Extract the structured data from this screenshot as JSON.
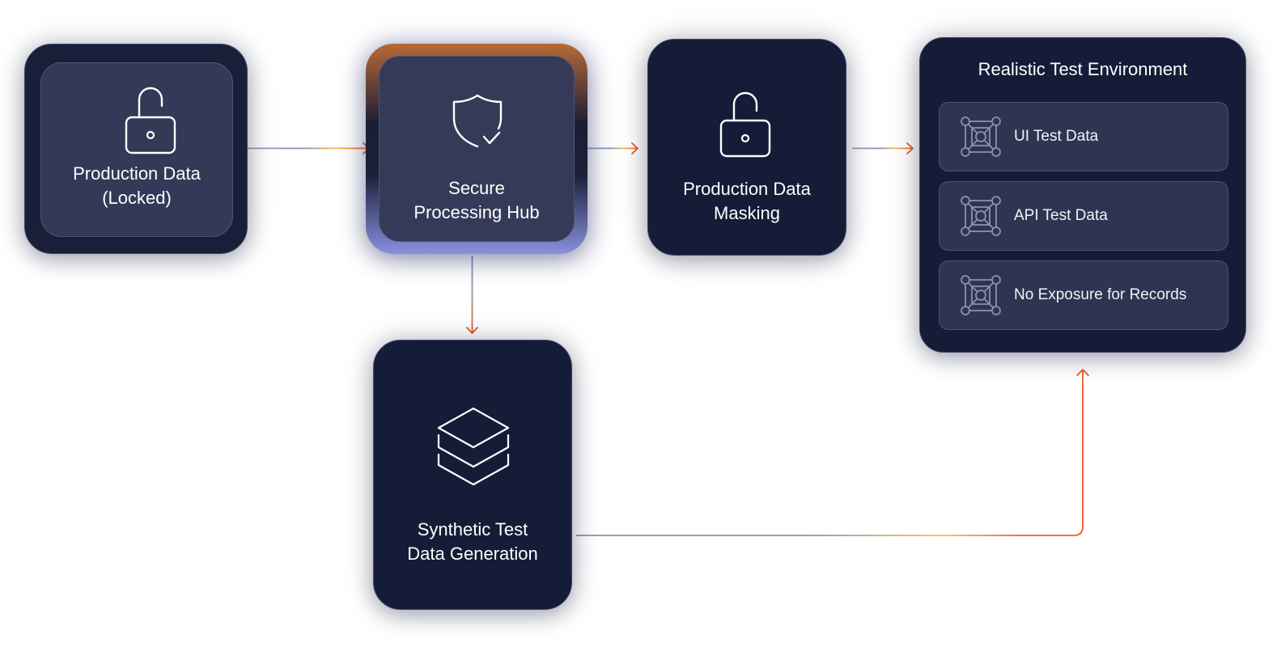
{
  "nodes": {
    "locked": {
      "line1": "Production Data",
      "line2": "(Locked)",
      "icon": "unlocked-padlock-icon"
    },
    "hub": {
      "line1": "Secure",
      "line2": "Processing Hub",
      "icon": "shield-check-icon"
    },
    "masking": {
      "line1": "Production Data",
      "line2": "Masking",
      "icon": "unlocked-padlock-icon"
    },
    "synthetic": {
      "line1": "Synthetic Test",
      "line2": "Data Generation",
      "icon": "layers-stack-icon"
    }
  },
  "environment": {
    "title": "Realistic Test Environment",
    "items": [
      {
        "label": "UI Test Data",
        "icon": "network-nodes-icon"
      },
      {
        "label": "API Test Data",
        "icon": "network-nodes-icon"
      },
      {
        "label": "No Exposure for Records",
        "icon": "network-nodes-icon"
      }
    ]
  },
  "edges": [
    {
      "from": "Production Data (Locked)",
      "to": "Secure Processing Hub"
    },
    {
      "from": "Secure Processing Hub",
      "to": "Production Data Masking"
    },
    {
      "from": "Production Data Masking",
      "to": "Realistic Test Environment"
    },
    {
      "from": "Secure Processing Hub",
      "to": "Synthetic Test Data Generation"
    },
    {
      "from": "Synthetic Test Data Generation",
      "to": "Realistic Test Environment"
    }
  ],
  "colors": {
    "node_background": "#151c37",
    "inner_panel": "#333a57",
    "arrow_orange": "#ee5a24",
    "line_gray_blue": "#8a90b8",
    "line_gold": "#f2c14e"
  }
}
